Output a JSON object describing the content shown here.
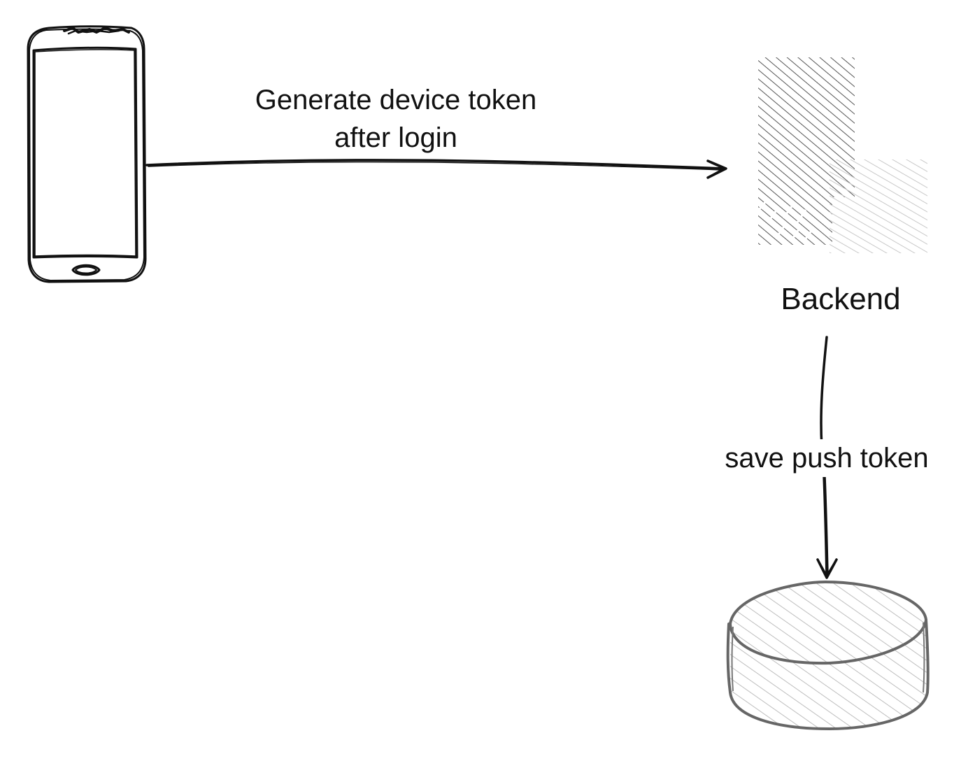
{
  "diagram": {
    "edges": {
      "generate_token": {
        "line1": "Generate device token",
        "line2": "after login"
      },
      "save_token": {
        "label": "save push token"
      }
    },
    "nodes": {
      "phone": {
        "icon": "smartphone-icon"
      },
      "backend": {
        "label": "Backend",
        "icon": "server-logo-icon"
      },
      "database": {
        "icon": "database-cylinder-icon"
      }
    }
  }
}
